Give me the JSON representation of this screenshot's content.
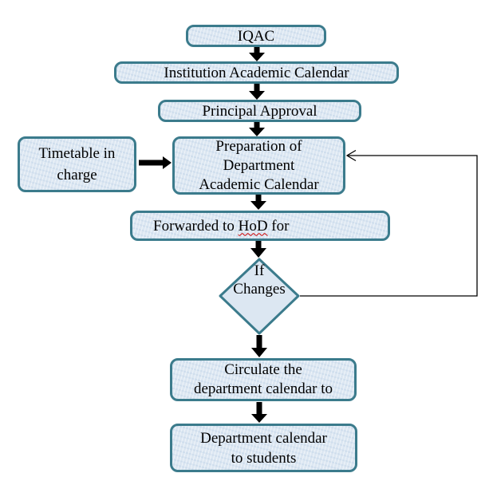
{
  "flowchart": {
    "nodes": {
      "iqac": {
        "label": "IQAC"
      },
      "institution_academic_calendar": {
        "label": "Institution Academic Calendar"
      },
      "principal_approval": {
        "label": "Principal Approval"
      },
      "timetable_in_charge": {
        "lines": [
          "Timetable in",
          "charge"
        ]
      },
      "preparation_dept_calendar": {
        "lines": [
          "Preparation of",
          "Department",
          "Academic Calendar"
        ]
      },
      "forwarded_to_hod": {
        "text_before": "Forwarded to",
        "misspelled_word": "HoD",
        "text_after": "for"
      },
      "if_changes_decision": {
        "lines": [
          "If",
          "Changes"
        ]
      },
      "circulate_calendar": {
        "lines": [
          "Circulate the",
          "department calendar to"
        ]
      },
      "department_calendar_to_students": {
        "lines": [
          "Department calendar",
          "to students"
        ]
      }
    },
    "colors": {
      "node_fill": "#dce7f2",
      "node_border": "#3b7b8c",
      "arrow": "#000000",
      "feedback_line": "#000000",
      "spellcheck_underline": "#cc0000",
      "text": "#000000",
      "background": "#ffffff"
    }
  }
}
